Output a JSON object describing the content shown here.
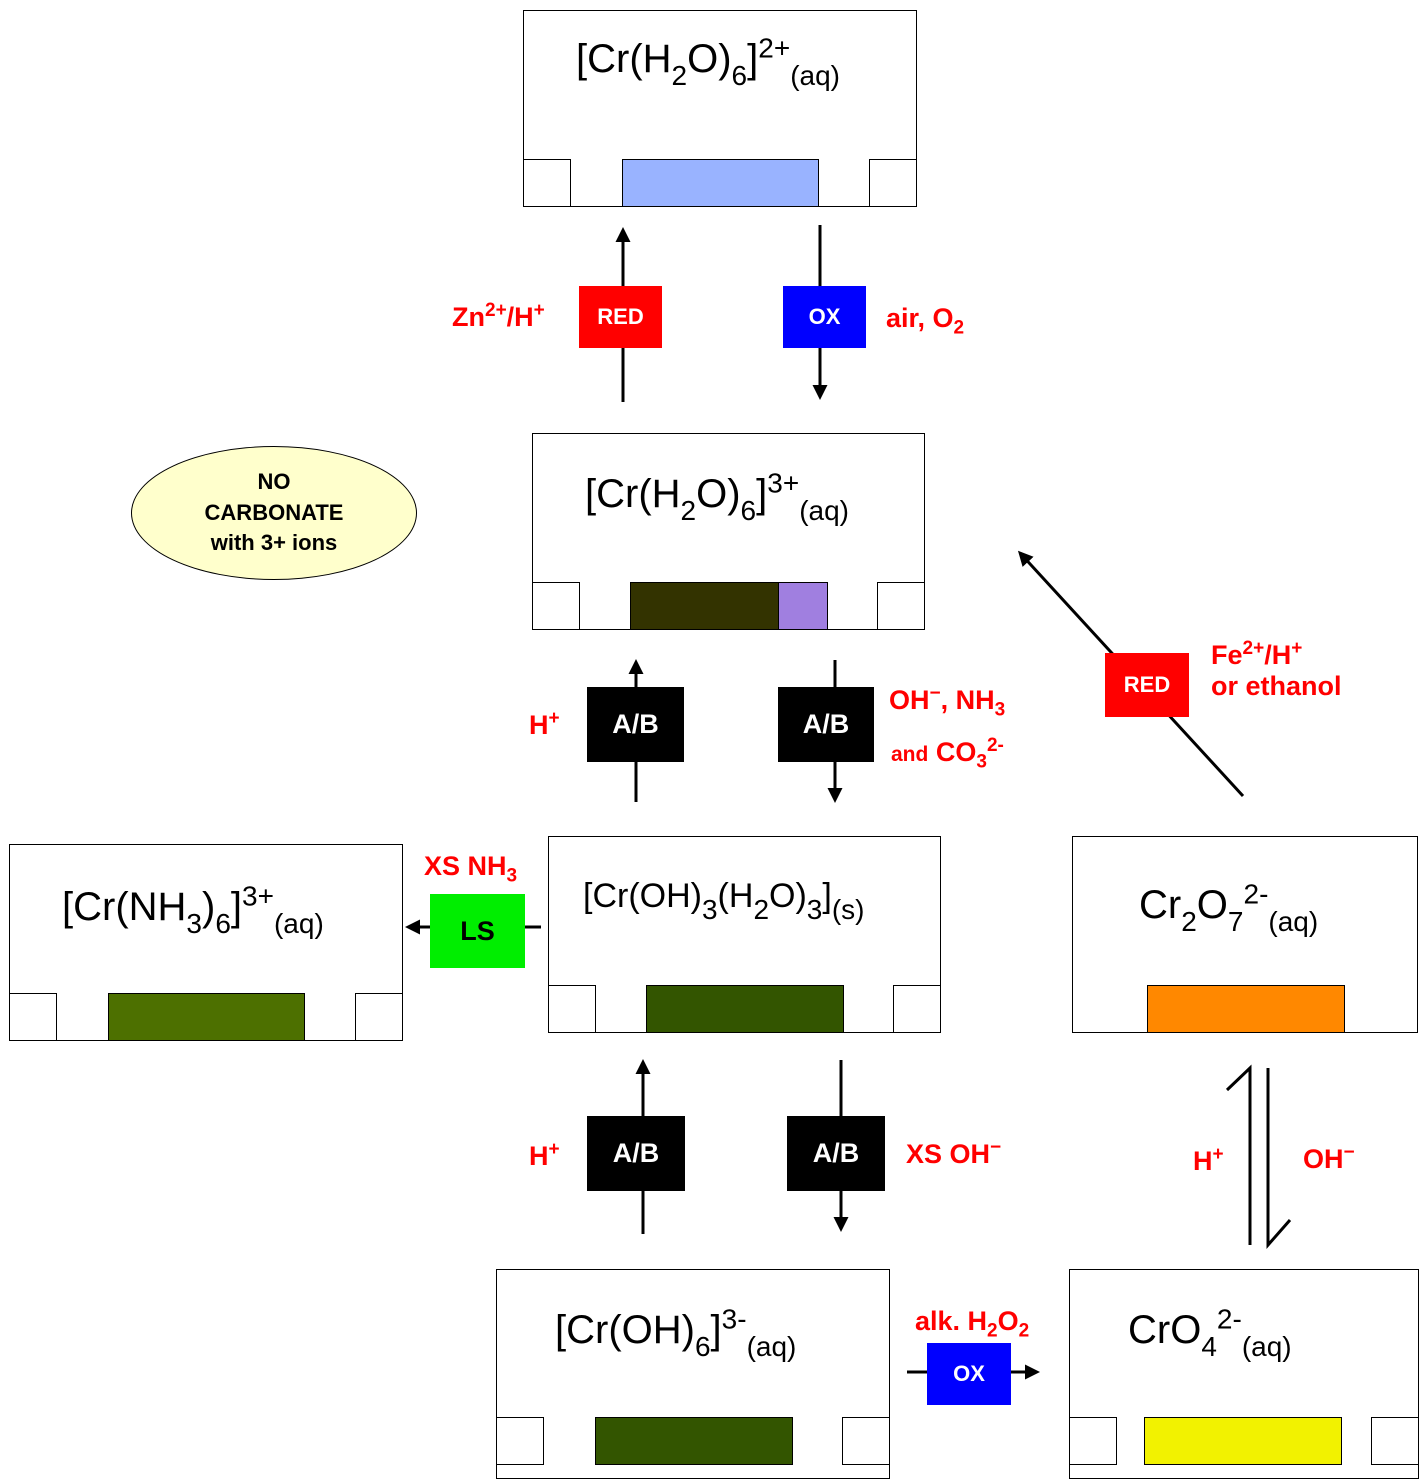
{
  "species": {
    "cr_h2o6_2": {
      "formula_html": "[Cr(H<sub>2</sub>O)<sub>6</sub>]<sup>2+</sup><sub>(aq)</sub>",
      "color": "#99b3ff"
    },
    "cr_h2o6_3": {
      "formula_html": "[Cr(H<sub>2</sub>O)<sub>6</sub>]<sup>3+</sup><sub>(aq)</sub>",
      "color": "#333300",
      "color2": "#a07fe0"
    },
    "cr_nh3_6": {
      "formula_html": "[Cr(NH<sub>3</sub>)<sub>6</sub>]<sup>3+</sup><sub>(aq)</sub>",
      "color": "#4d7000"
    },
    "cr_oh3": {
      "formula_html": "[Cr(OH)<sub>3</sub>(H<sub>2</sub>O)<sub>3</sub>]<sub>(s)</sub>",
      "color": "#335500"
    },
    "cr2o7": {
      "formula_html": "Cr<sub>2</sub>O<sub>7</sub><sup>2-</sup><sub>(aq)</sub>",
      "color": "#ff8800"
    },
    "cr_oh6": {
      "formula_html": "[Cr(OH)<sub>6</sub>]<sup>3-</sup><sub>(aq)</sub>",
      "color": "#335500"
    },
    "cro4": {
      "formula_html": "CrO<sub>4</sub><sup>2-</sup><sub>(aq)</sub>",
      "color": "#f2f200"
    }
  },
  "tags": {
    "red_top": {
      "label": "RED",
      "color": "#ff0000"
    },
    "ox_top": {
      "label": "OX",
      "color": "#0000ff"
    },
    "ab_up_1": {
      "label": "A/B",
      "color": "#000000"
    },
    "ab_down_1": {
      "label": "A/B",
      "color": "#000000"
    },
    "ls": {
      "label": "LS",
      "color": "#00ee00"
    },
    "ab_up_2": {
      "label": "A/B",
      "color": "#000000"
    },
    "ab_down_2": {
      "label": "A/B",
      "color": "#000000"
    },
    "red_diag": {
      "label": "RED",
      "color": "#ff0000"
    },
    "ox_bottom": {
      "label": "OX",
      "color": "#0000ff"
    }
  },
  "reagents": {
    "zn_h": "Zn<sup>2+</sup>/H<sup>+</sup>",
    "air_o2": "air, O<sub>2</sub>",
    "h_plus_1": "H<sup>+</sup>",
    "oh_nh3": "OH<sup>&minus;</sup>, NH<sub>3</sub>",
    "and_co3": "<span style=\"font-size:21px\">and</span> CO<sub>3</sub><sup>2-</sup>",
    "xs_nh3": "XS NH<sub>3</sub>",
    "fe_h": "Fe<sup>2+</sup>/H<sup>+</sup><br>or ethanol",
    "h_plus_2": "H<sup>+</sup>",
    "xs_oh": "XS OH<sup>&minus;</sup>",
    "h_plus_3": "H<sup>+</sup>",
    "oh_minus": "OH<sup>&minus;</sup>",
    "alk_h2o2": "alk. H<sub>2</sub>O<sub>2</sub>"
  },
  "note": {
    "line1": "NO",
    "line2": "CARBONATE",
    "line3": "with 3+ ions"
  }
}
